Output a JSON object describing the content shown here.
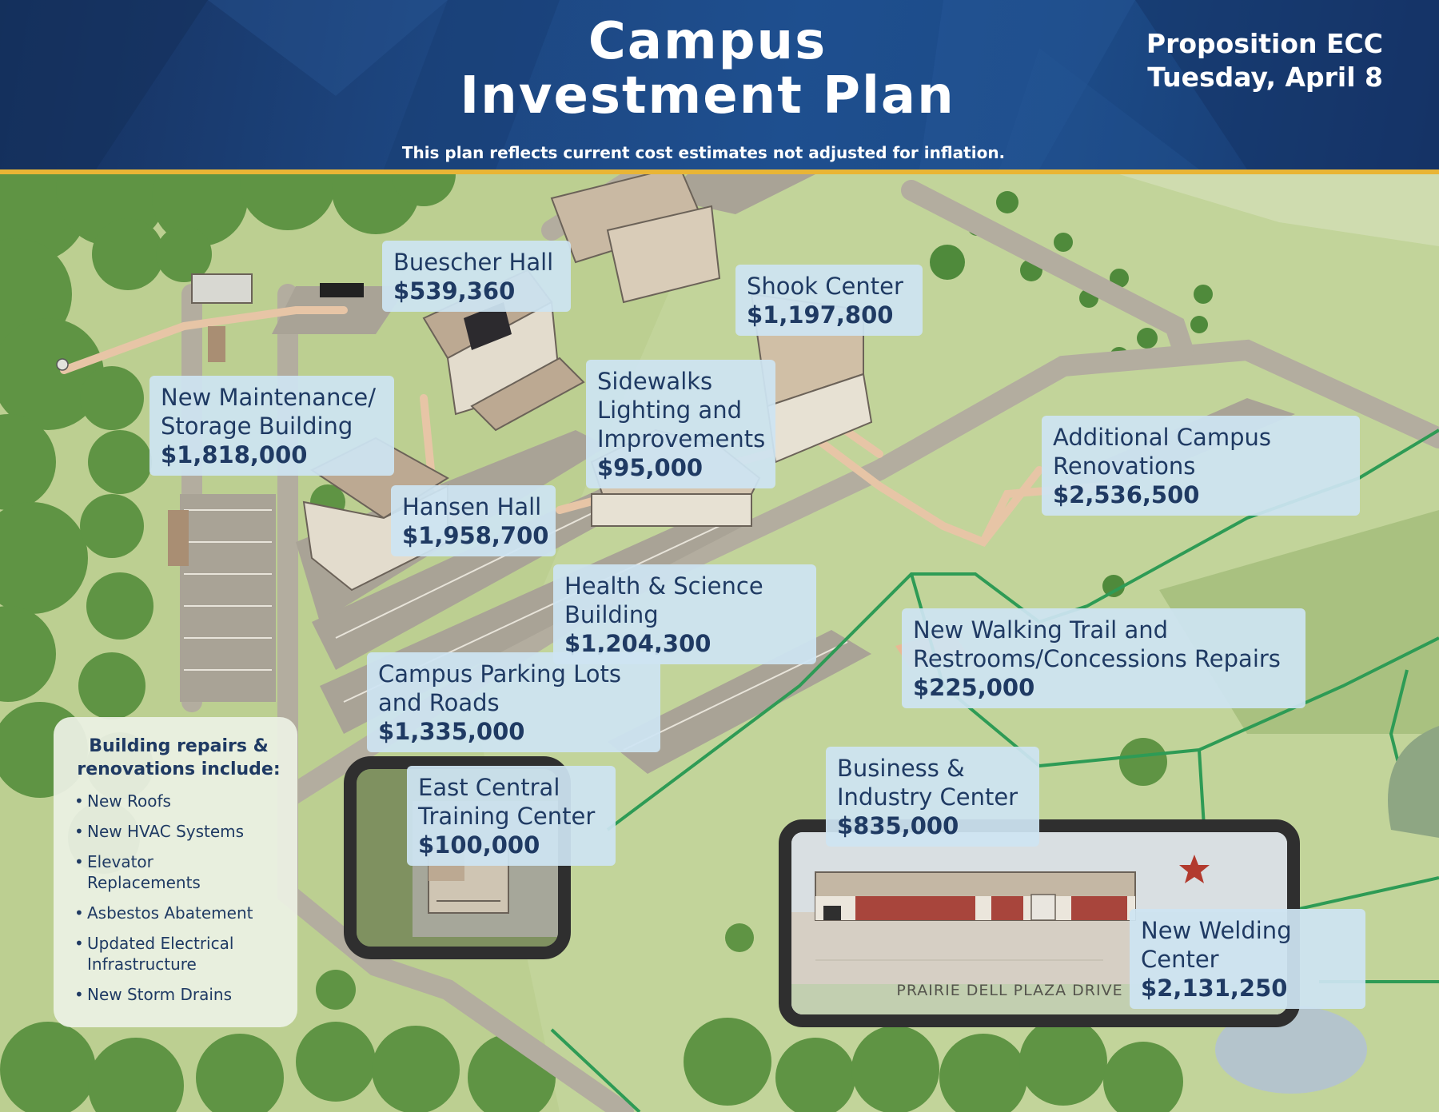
{
  "header": {
    "title_line1": "Campus",
    "title_line2": "Investment Plan",
    "subtitle": "This plan reflects current cost estimates not adjusted for inflation.",
    "proposition": "Proposition ECC",
    "election_date": "Tuesday, April 8"
  },
  "projects": [
    {
      "name": "Buescher Hall",
      "amount": "$539,360"
    },
    {
      "name": "Shook Center",
      "amount": "$1,197,800"
    },
    {
      "name_lines": [
        "New Maintenance/",
        "Storage Building"
      ],
      "amount": "$1,818,000"
    },
    {
      "name_lines": [
        "Sidewalks",
        "Lighting and",
        "Improvements"
      ],
      "amount": "$95,000"
    },
    {
      "name_lines": [
        "Additional Campus",
        "Renovations"
      ],
      "amount": "$2,536,500"
    },
    {
      "name": "Hansen Hall",
      "amount": "$1,958,700"
    },
    {
      "name_lines": [
        "Health & Science",
        "Building"
      ],
      "amount": "$1,204,300"
    },
    {
      "name_lines": [
        "New Walking Trail and",
        "Restrooms/Concessions Repairs"
      ],
      "amount": "$225,000"
    },
    {
      "name_lines": [
        "Campus Parking Lots",
        "and Roads"
      ],
      "amount": "$1,335,000"
    },
    {
      "name_lines": [
        "East Central",
        "Training Center"
      ],
      "amount": "$100,000"
    },
    {
      "name_lines": [
        "Business &",
        "Industry Center"
      ],
      "amount": "$835,000"
    },
    {
      "name_lines": [
        "New Welding",
        "Center"
      ],
      "amount": "$2,131,250"
    }
  ],
  "info_panel": {
    "title_line1": "Building repairs &",
    "title_line2": "renovations include:",
    "items": [
      [
        "New Roofs"
      ],
      [
        "New HVAC Systems"
      ],
      [
        "Elevator",
        "Replacements"
      ],
      [
        "Asbestos Abatement"
      ],
      [
        "Updated Electrical",
        "Infrastructure"
      ],
      [
        "New Storm Drains"
      ]
    ]
  },
  "road_label": "PRAIRIE DELL PLAZA DRIVE",
  "colors": {
    "header_blue": "#1d4680",
    "accent_gold": "#e9b535",
    "grass": "#bccf91",
    "label_bg": "#cee4f2",
    "label_text": "#1f3a63",
    "trail_green": "#2e9b55",
    "welding_star": "#b23a2e"
  }
}
